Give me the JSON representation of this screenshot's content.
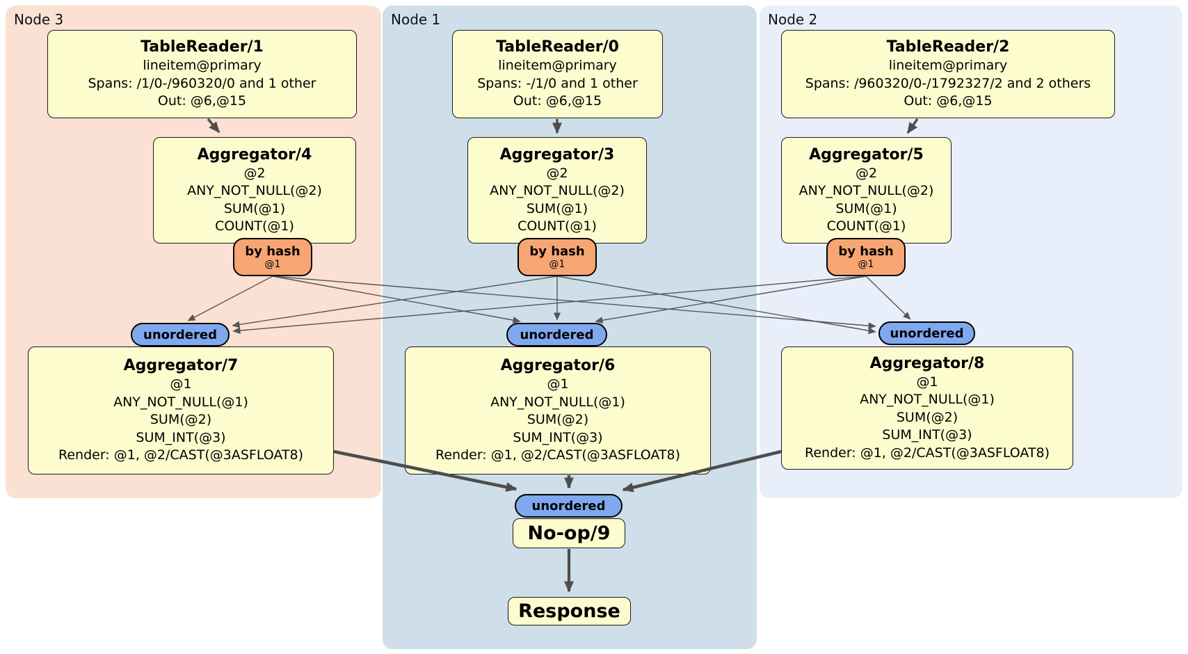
{
  "regions": {
    "node3": {
      "label": "Node 3"
    },
    "node1": {
      "label": "Node 1"
    },
    "node2": {
      "label": "Node 2"
    }
  },
  "processors": {
    "tablereader1": {
      "title": "TableReader/1",
      "lines": [
        "lineitem@primary",
        "Spans: /1/0-/960320/0 and 1 other",
        "Out: @6,@15"
      ]
    },
    "tablereader0": {
      "title": "TableReader/0",
      "lines": [
        "lineitem@primary",
        "Spans: -/1/0 and 1 other",
        "Out: @6,@15"
      ]
    },
    "tablereader2": {
      "title": "TableReader/2",
      "lines": [
        "lineitem@primary",
        "Spans: /960320/0-/1792327/2 and 2 others",
        "Out: @6,@15"
      ]
    },
    "aggregator4": {
      "title": "Aggregator/4",
      "lines": [
        "@2",
        "ANY_NOT_NULL(@2)",
        "SUM(@1)",
        "COUNT(@1)"
      ]
    },
    "aggregator3": {
      "title": "Aggregator/3",
      "lines": [
        "@2",
        "ANY_NOT_NULL(@2)",
        "SUM(@1)",
        "COUNT(@1)"
      ]
    },
    "aggregator5": {
      "title": "Aggregator/5",
      "lines": [
        "@2",
        "ANY_NOT_NULL(@2)",
        "SUM(@1)",
        "COUNT(@1)"
      ]
    },
    "aggregator7": {
      "title": "Aggregator/7",
      "lines": [
        "@1",
        "ANY_NOT_NULL(@1)",
        "SUM(@2)",
        "SUM_INT(@3)",
        "Render: @1, @2/CAST(@3ASFLOAT8)"
      ]
    },
    "aggregator6": {
      "title": "Aggregator/6",
      "lines": [
        "@1",
        "ANY_NOT_NULL(@1)",
        "SUM(@2)",
        "SUM_INT(@3)",
        "Render: @1, @2/CAST(@3ASFLOAT8)"
      ]
    },
    "aggregator8": {
      "title": "Aggregator/8",
      "lines": [
        "@1",
        "ANY_NOT_NULL(@1)",
        "SUM(@2)",
        "SUM_INT(@3)",
        "Render: @1, @2/CAST(@3ASFLOAT8)"
      ]
    },
    "noop9": {
      "title": "No-op/9"
    },
    "response": {
      "title": "Response"
    }
  },
  "routers": {
    "node3": {
      "label": "by hash",
      "detail": "@1"
    },
    "node1": {
      "label": "by hash",
      "detail": "@1"
    },
    "node2": {
      "label": "by hash",
      "detail": "@1"
    }
  },
  "streams": {
    "node3": {
      "label": "unordered"
    },
    "node1": {
      "label": "unordered"
    },
    "node2": {
      "label": "unordered"
    },
    "final": {
      "label": "unordered"
    }
  },
  "colors": {
    "node3_bg": "#fbe1d3",
    "node1_bg": "#cedfe9",
    "node2_bg": "#e9effa",
    "processor_bg": "#fcfcce",
    "router_bg": "#f7a572",
    "stream_bg": "#7fa8ee",
    "edge": "#4d4d4d"
  }
}
